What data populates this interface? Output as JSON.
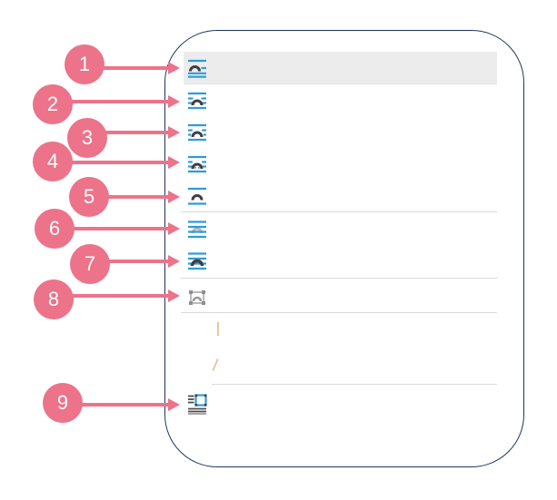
{
  "colors": {
    "accent_pink": "#ec7389",
    "panel_border_navy": "#1e3560",
    "icon_blue": "#2f9bd8",
    "icon_dark": "#3f3f3f",
    "icon_disabled_gray": "#a3a3a3",
    "selected_row_background": "#ececec",
    "separator_gray": "#d9d9d9"
  },
  "panel": {
    "kind": "icon-menu-panel"
  },
  "menu": {
    "items": [
      {
        "icon": "in-line-with-text-wrap-icon",
        "state": "selected"
      },
      {
        "icon": "square-wrap-icon",
        "state": "normal"
      },
      {
        "icon": "tight-wrap-icon",
        "state": "normal"
      },
      {
        "icon": "through-wrap-icon",
        "state": "normal"
      },
      {
        "icon": "top-and-bottom-wrap-icon",
        "state": "normal"
      },
      {
        "icon": "behind-text-wrap-icon",
        "state": "normal"
      },
      {
        "icon": "in-front-of-text-wrap-icon",
        "state": "normal"
      },
      {
        "icon": "edit-wrap-points-icon",
        "state": "disabled"
      },
      {
        "icon": "set-default-layout-icon",
        "state": "normal"
      }
    ]
  },
  "callouts": [
    {
      "label": "1"
    },
    {
      "label": "2"
    },
    {
      "label": "3"
    },
    {
      "label": "4"
    },
    {
      "label": "5"
    },
    {
      "label": "6"
    },
    {
      "label": "7"
    },
    {
      "label": "8"
    },
    {
      "label": "9"
    }
  ]
}
